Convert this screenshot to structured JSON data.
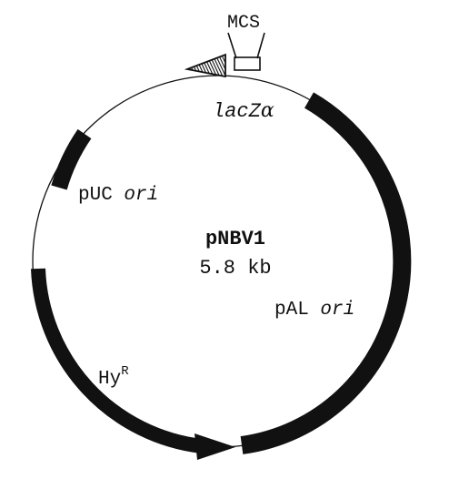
{
  "diagram": {
    "plasmid_name": "pNBV1",
    "plasmid_size": "5.8 kb",
    "colors": {
      "ink": "#111111",
      "background": "#ffffff"
    },
    "features": {
      "mcs": "MCS",
      "lacz_prefix": "lacZ",
      "lacz_greek": "α",
      "puc_ori_name": "pUC",
      "puc_ori_suffix": "ori",
      "pal_ori_name": "pAL",
      "pal_ori_suffix": "ori",
      "hy_base": "Hy",
      "hy_superscript": "R"
    }
  }
}
